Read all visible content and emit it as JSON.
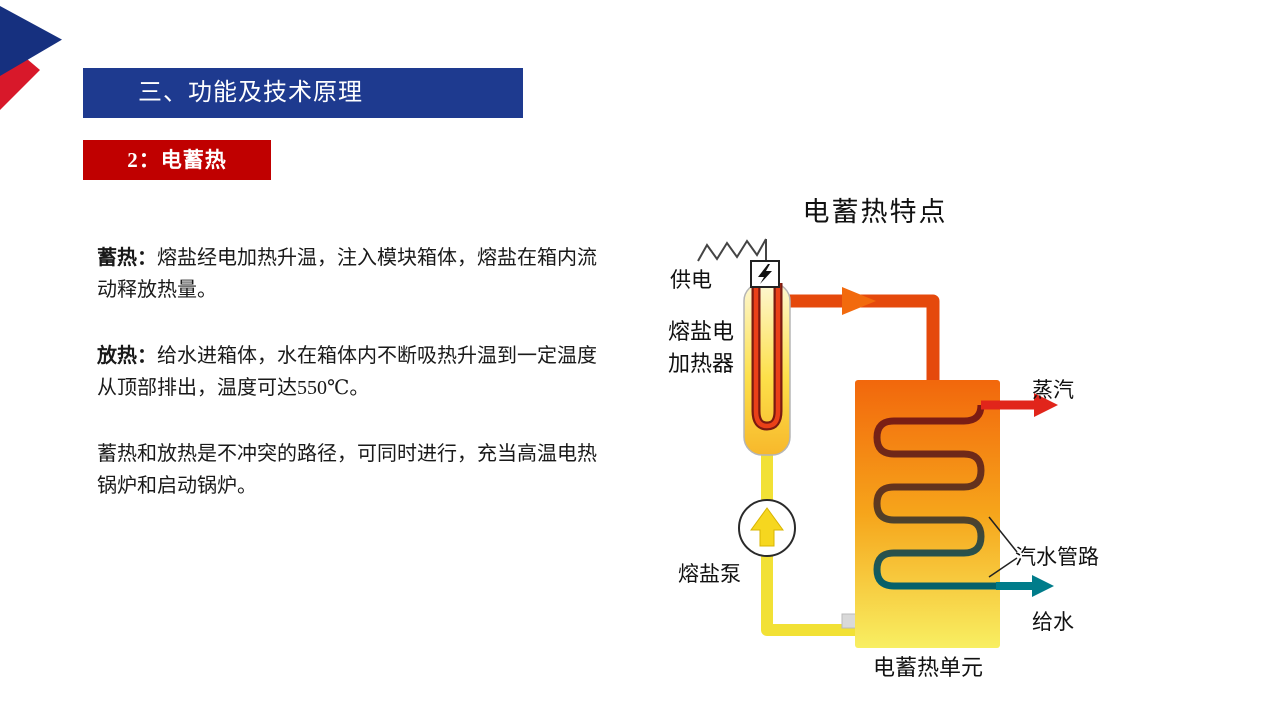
{
  "slide": {
    "header_title": "三、功能及技术原理",
    "badge_label": "2：电蓄热",
    "paragraphs": [
      {
        "lead": "蓄热：",
        "body": "熔盐经电加热升温，注入模块箱体，熔盐在箱内流动释放热量。"
      },
      {
        "lead": "放热：",
        "body": "给水进箱体，水在箱体内不断吸热升温到一定温度从顶部排出，温度可达550℃。"
      },
      {
        "lead": "",
        "body": "蓄热和放热是不冲突的路径，可同时进行，充当高温电热锅炉和启动锅炉。"
      }
    ]
  },
  "diagram": {
    "title": "电蓄热特点",
    "labels": {
      "power_supply": "供电",
      "heater_line1": "熔盐电",
      "heater_line2": "加热器",
      "pump": "熔盐泵",
      "steam": "蒸汽",
      "steam_water_piping": "汽水管路",
      "feed_water": "给水",
      "storage_unit": "电蓄热单元"
    }
  },
  "colors": {
    "header_blue": "#1e3a8f",
    "badge_red": "#c00000",
    "hot_pipe_orange": "#e5490c",
    "hot_arrow_orange": "#f26a0d",
    "cold_pipe_yellow": "#f2e135",
    "steam_red": "#e1251b",
    "feedwater_teal": "#007c8a",
    "coil_hot": "#801812",
    "coil_cold": "#00636e"
  }
}
